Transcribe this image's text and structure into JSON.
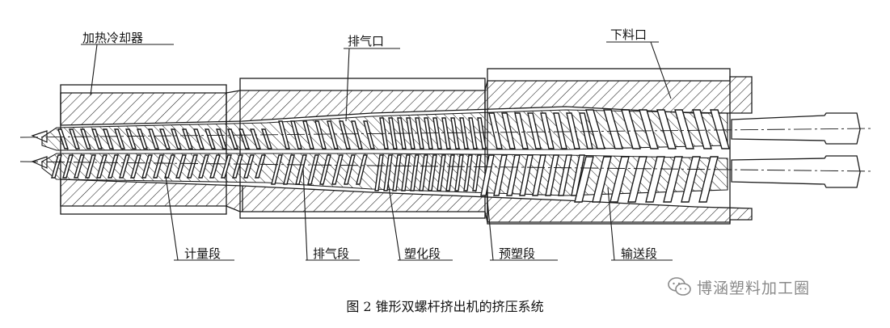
{
  "labels": {
    "heater_cooler": "加热冷却器",
    "vent_port": "排气口",
    "feed_port": "下料口",
    "metering": "计量段",
    "venting": "排气段",
    "plasticizing": "塑化段",
    "pre_plasticizing": "预塑段",
    "conveying": "输送段"
  },
  "caption": "图 2 锥形双螺杆挤出机的挤压系统",
  "watermark": {
    "text": "博涵塑料加工圈",
    "icon": "wechat-icon"
  },
  "colors": {
    "line": "#1a1a1a",
    "watermark": "#8a8a8a"
  }
}
